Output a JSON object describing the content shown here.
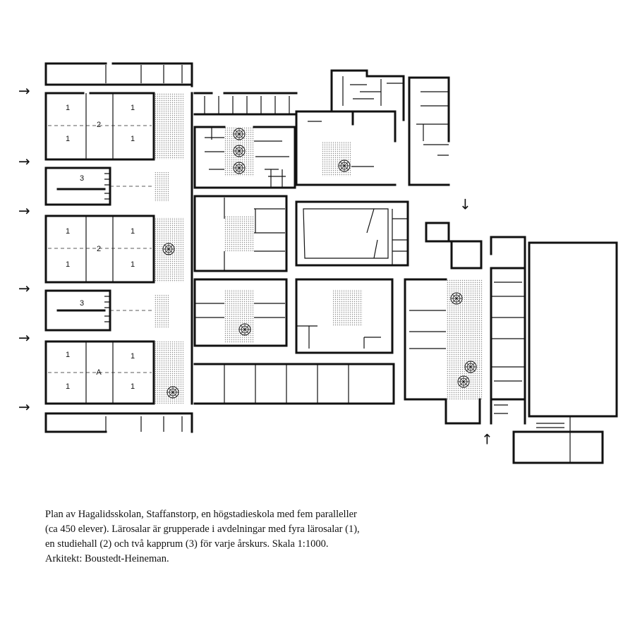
{
  "labels": {
    "lecture": "1",
    "hall": "2",
    "cloak": "3",
    "hall_a": "A"
  },
  "arrows": {
    "right": "→",
    "down": "↓",
    "up": "↑"
  },
  "caption": {
    "line1": "Plan av Hagalidsskolan, Staffanstorp, en högstadieskola med fem paralleller",
    "line2": "(ca 450 elever). Lärosalar är grupperade i avdelningar med fyra lärosalar (1),",
    "line3": "en studiehall (2) och två kapprum (3) för varje årskurs. Skala 1:1000.",
    "line4": "Arkitekt: Boustedt-Heineman."
  },
  "colors": {
    "line": "#111111",
    "shade": "#999999",
    "background": "#ffffff"
  }
}
